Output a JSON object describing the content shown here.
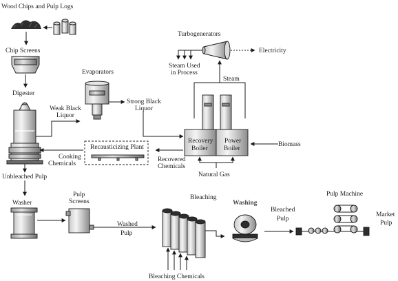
{
  "labels": {
    "wood_chips": "Wood Chips and Pulp Logs",
    "chip_screens": "Chip Screens",
    "digester": "Digester",
    "evaporators": "Evaporators",
    "weak_black_liquor_1": "Weak Black",
    "weak_black_liquor_2": "Liquor",
    "strong_black_liquor_1": "Strong Black",
    "strong_black_liquor_2": "Liquor",
    "turbogenerators": "Turbogenerators",
    "electricity": "Electricity",
    "steam_used_1": "Steam Used",
    "steam_used_2": "in Process",
    "steam": "Steam",
    "recovery_boiler_1": "Recovery",
    "recovery_boiler_2": "Boiler",
    "power_boiler_1": "Power",
    "power_boiler_2": "Boiler",
    "biomass": "Biomass",
    "natural_gas": "Natural Gas",
    "recausticizing_plant": "Recausticizing Plant",
    "recovered_chemicals_1": "Recovered",
    "recovered_chemicals_2": "Chemicals",
    "cooking_chemicals_1": "Cooking",
    "cooking_chemicals_2": "Chemicals",
    "unbleached_pulp": "Unbleached Pulp",
    "washer": "Washer",
    "pulp_screens_1": "Pulp",
    "pulp_screens_2": "Screens",
    "washed_pulp_1": "Washed",
    "washed_pulp_2": "Pulp",
    "bleaching": "Bleaching",
    "washing": "Washing",
    "bleached_pulp_1": "Bleached",
    "bleached_pulp_2": "Pulp",
    "pulp_machine": "Pulp Machine",
    "market_pulp_1": "Market",
    "market_pulp_2": "Pulp",
    "bleaching_chemicals": "Bleaching Chemicals"
  }
}
